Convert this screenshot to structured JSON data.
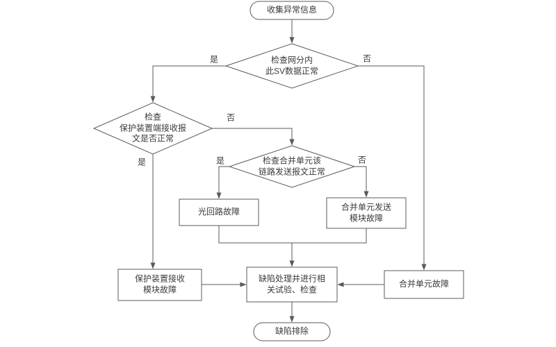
{
  "flowchart": {
    "nodes": {
      "start": "收集异常信息",
      "decision_sv": "检查网分内\n此SV数据正常",
      "decision_protection": "检查\n保护装置端接收报\n文是否正常",
      "decision_mu_link": "检查合并单元该\n链路发送报文正常",
      "optical_fault": "光回路故障",
      "mu_send_fault": "合并单元发送\n模块故障",
      "protection_recv_fault": "保护装置接收\n模块故障",
      "defect_handle": "缺陷处理并进行相\n关试验、检查",
      "mu_fault": "合并单元故障",
      "end": "缺陷排除"
    },
    "labels": {
      "yes": "是",
      "no": "否"
    },
    "colors": {
      "stroke": "#595959",
      "text": "#3a3a3a",
      "background": "#ffffff"
    }
  }
}
